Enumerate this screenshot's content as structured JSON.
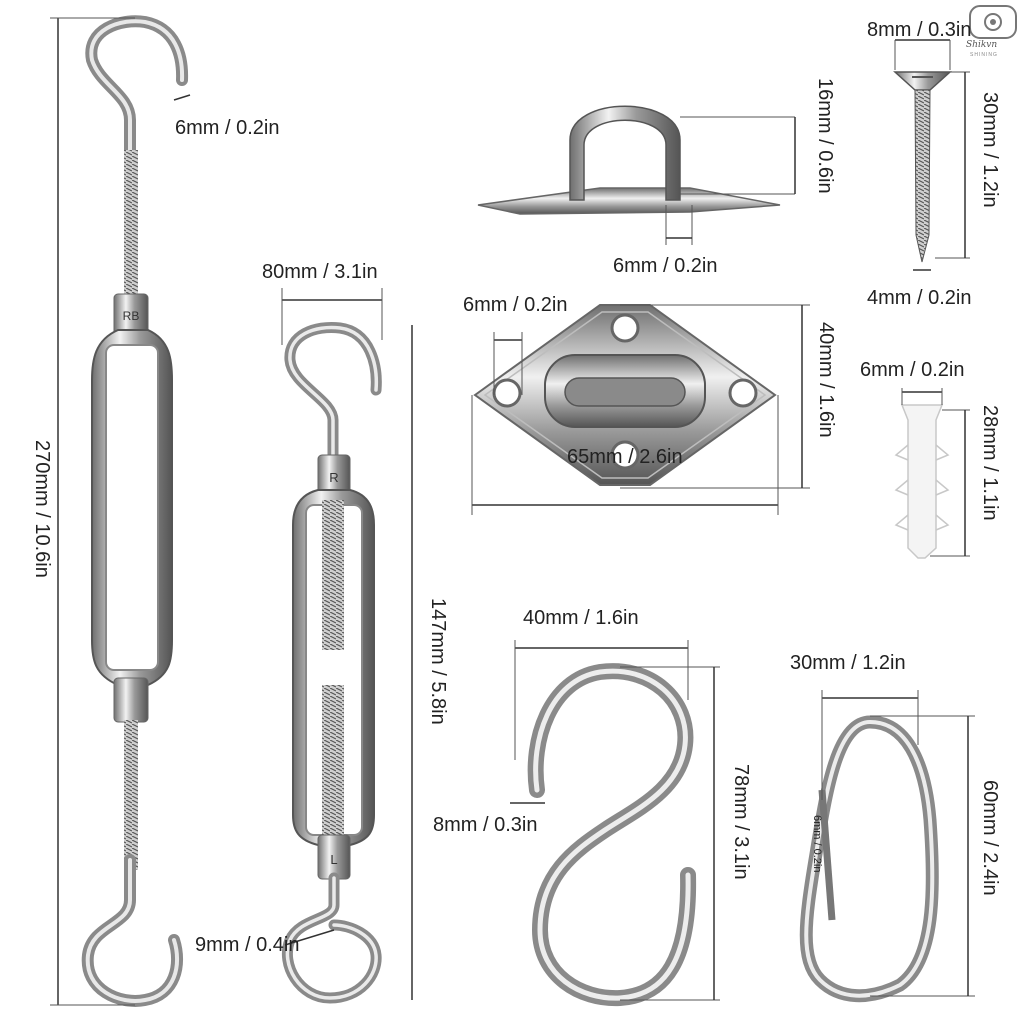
{
  "brand": {
    "logo_text": "Shikvn",
    "logo_sub": "SHINING"
  },
  "items": [
    {
      "name": "turnbuckle-large",
      "dims": [
        "6mm / 0.2in",
        "270mm / 10.6in"
      ]
    },
    {
      "name": "turnbuckle-small",
      "dims": [
        "80mm / 3.1in",
        "147mm / 5.8in",
        "9mm / 0.4in"
      ]
    },
    {
      "name": "pad-eye-side",
      "dims": [
        "16mm / 0.6in",
        "6mm / 0.2in"
      ]
    },
    {
      "name": "pad-eye-top",
      "dims": [
        "6mm / 0.2in",
        "40mm / 1.6in",
        "65mm / 2.6in"
      ]
    },
    {
      "name": "screw",
      "dims": [
        "8mm / 0.3in",
        "30mm / 1.2in",
        "4mm / 0.2in"
      ]
    },
    {
      "name": "wall-plug",
      "dims": [
        "6mm / 0.2in",
        "28mm / 1.1in"
      ]
    },
    {
      "name": "s-hook",
      "dims": [
        "40mm / 1.6in",
        "78mm / 3.1in",
        "8mm / 0.3in"
      ]
    },
    {
      "name": "carabiner",
      "dims": [
        "30mm / 1.2in",
        "60mm / 2.4in",
        "6mm / 0.2in"
      ]
    }
  ],
  "turnbuckle_marks": {
    "large_top": "RB",
    "small_top": "R",
    "small_bottom": "L"
  }
}
